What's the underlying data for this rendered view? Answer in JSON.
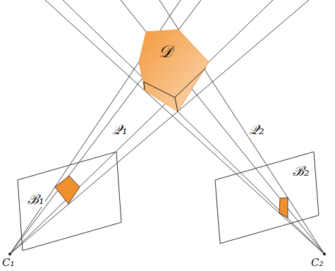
{
  "diagram": {
    "labels": [
      "𝒟",
      "𝒬₁",
      "𝒬₂",
      "ℬ₁",
      "ℬ₂",
      "C₁",
      "C₂"
    ]
  }
}
